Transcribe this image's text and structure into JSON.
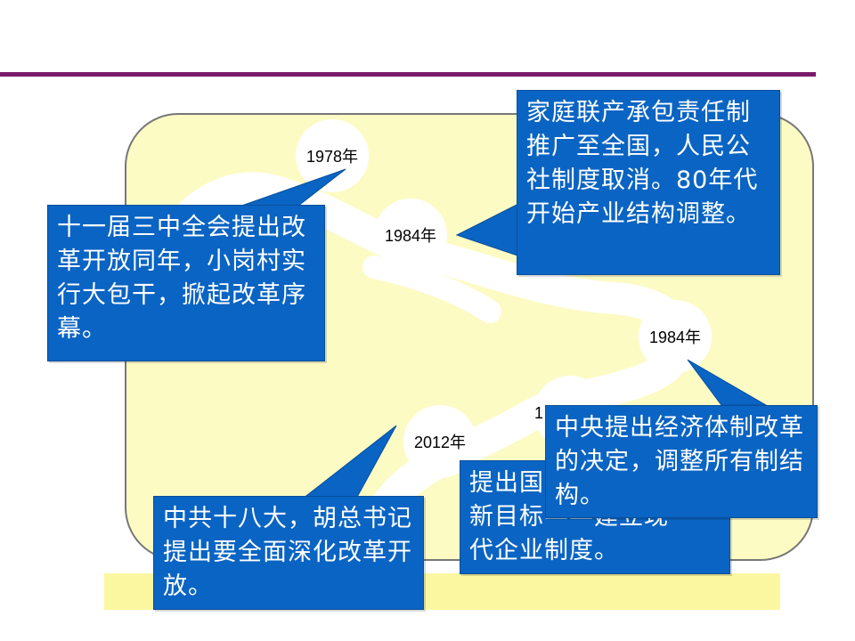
{
  "timeline": {
    "years": [
      "1978年",
      "1984年",
      "1984年",
      "1",
      "2012年"
    ],
    "events": [
      "十一届三中全会提出改革开放同年，小岗村实行大包干，掀起改革序幕。",
      "家庭联产承包责任制推广至全国，人民公社制度取消。80年代开始产业结构调整。",
      "中央提出经济体制改革的决定，调整所有制结构。",
      "提出国\n新目标——建立现\n代企业制度。",
      "中共十八大，胡总书记提出要全面深化改革开放。"
    ]
  },
  "colors": {
    "rule": "#7a1a6a",
    "panel": "#fdfbc4",
    "callout": "#0a64c3",
    "road": "#ffffff"
  }
}
